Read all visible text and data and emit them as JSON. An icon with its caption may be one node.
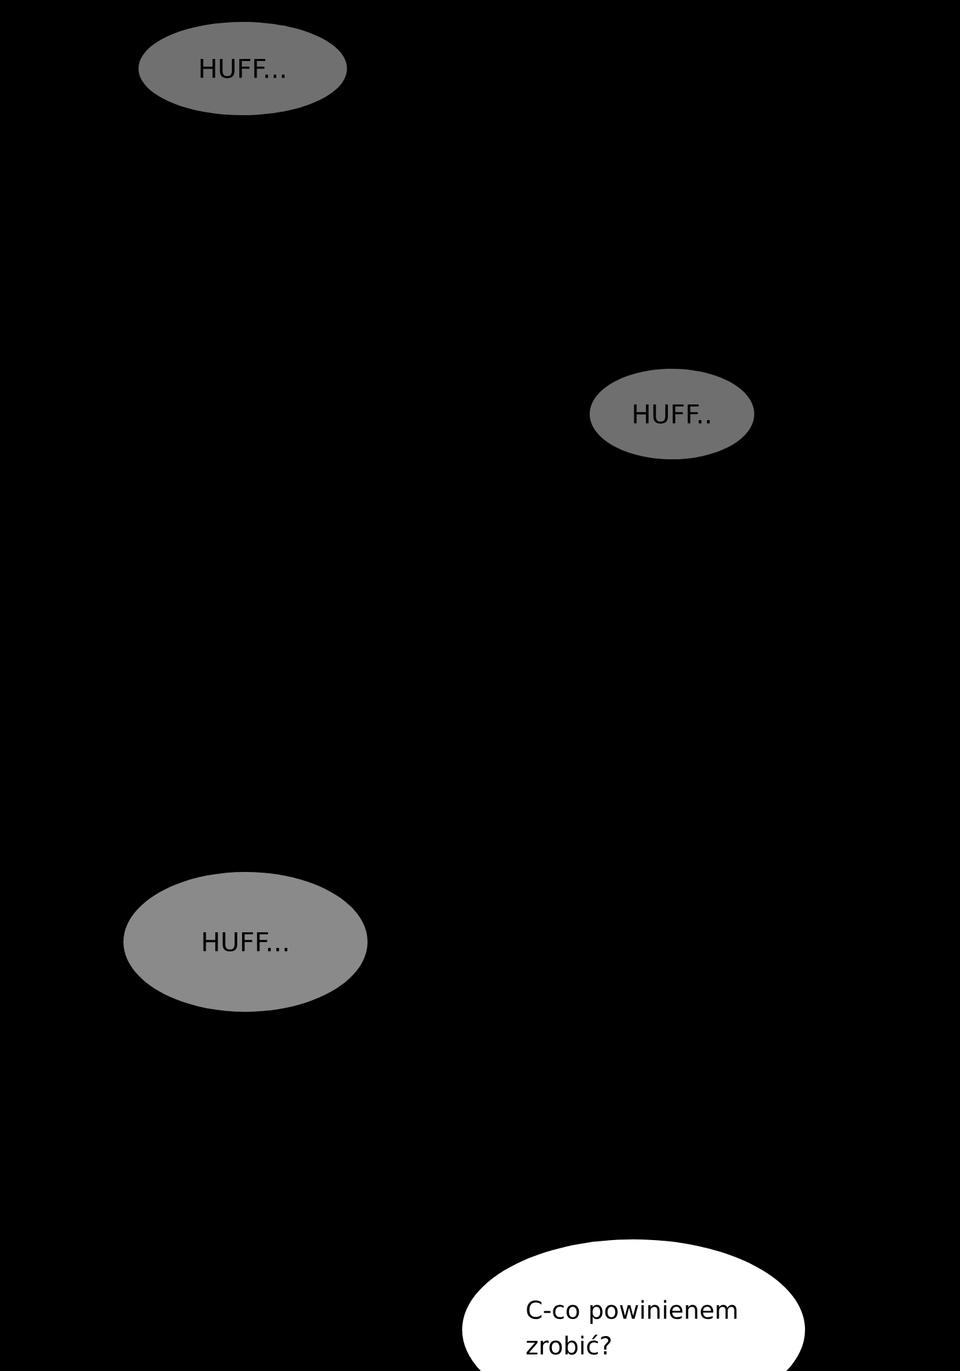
{
  "diagram": {
    "nodes": [
      {
        "text": [
          "HUFF..."
        ]
      },
      {
        "text": [
          "HUFF.."
        ]
      },
      {
        "text": [
          "HUFF..."
        ]
      },
      {
        "text": [
          "C-co powinienem zrobić?"
        ]
      }
    ]
  }
}
